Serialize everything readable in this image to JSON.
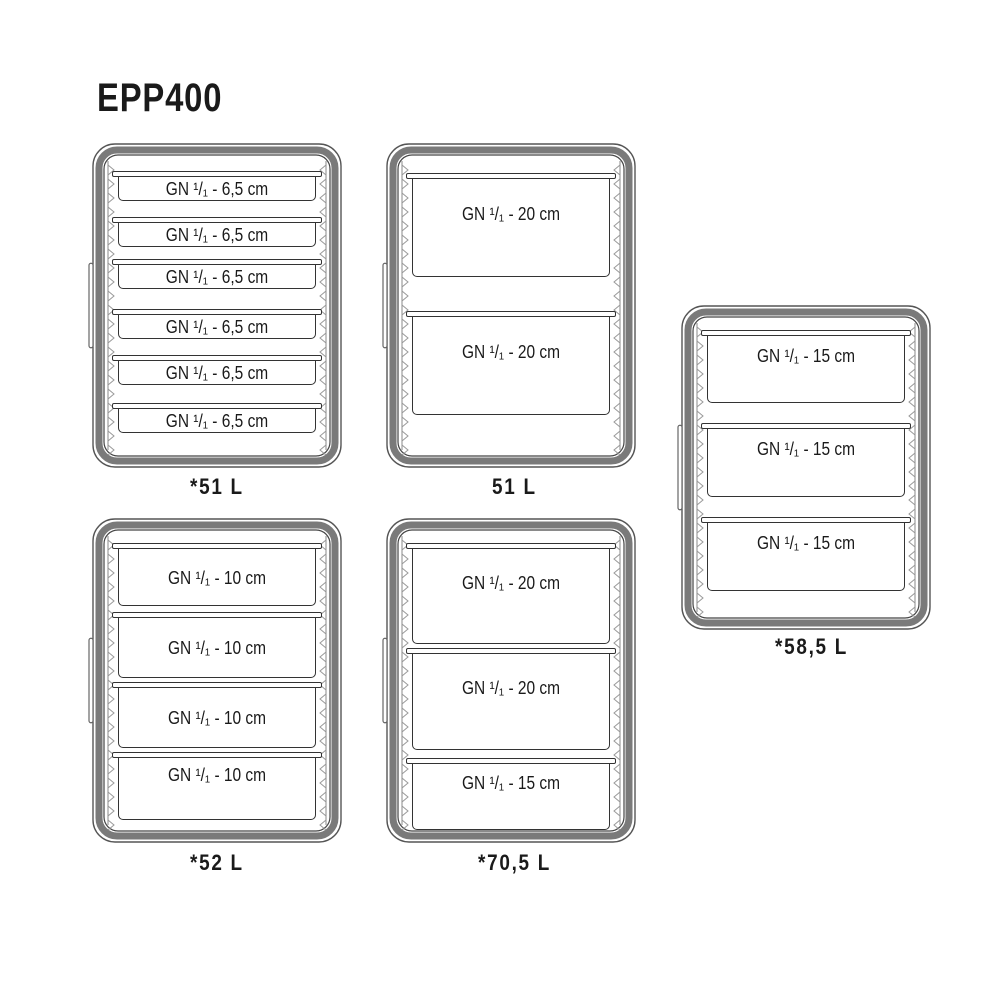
{
  "title": "EPP400",
  "configurations": [
    {
      "id": "c1",
      "capacity": "*51 L",
      "pans": [
        "GN ¹/₁ - 6,5 cm",
        "GN ¹/₁ - 6,5 cm",
        "GN ¹/₁ - 6,5 cm",
        "GN ¹/₁ - 6,5 cm",
        "GN ¹/₁ - 6,5 cm",
        "GN ¹/₁ - 6,5 cm"
      ]
    },
    {
      "id": "c2",
      "capacity": "51 L",
      "pans": [
        "GN ¹/₁ - 20 cm",
        "GN ¹/₁ - 20 cm"
      ]
    },
    {
      "id": "c3",
      "capacity": "*58,5  L",
      "pans": [
        "GN ¹/₁ - 15 cm",
        "GN ¹/₁ - 15 cm",
        "GN ¹/₁ - 15 cm"
      ]
    },
    {
      "id": "c4",
      "capacity": "*52  L",
      "pans": [
        "GN ¹/₁ - 10 cm",
        "GN ¹/₁ - 10 cm",
        "GN ¹/₁ - 10 cm",
        "GN ¹/₁ - 10 cm"
      ]
    },
    {
      "id": "c5",
      "capacity": "*70,5  L",
      "pans": [
        "GN ¹/₁ - 20 cm",
        "GN ¹/₁ - 20 cm",
        "GN ¹/₁ - 15 cm"
      ]
    }
  ]
}
